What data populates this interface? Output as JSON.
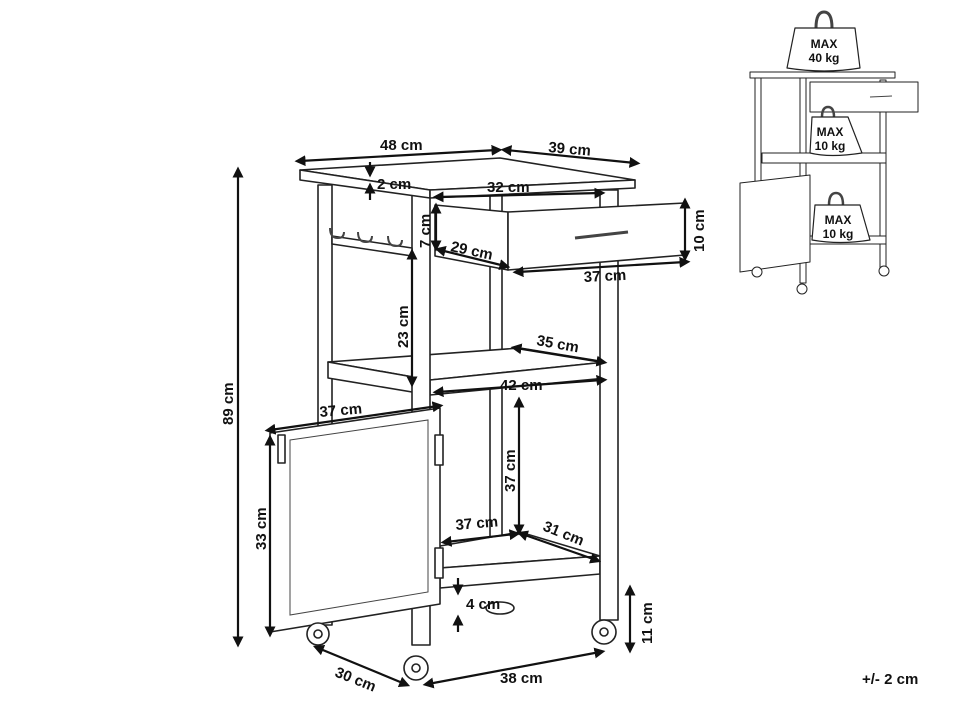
{
  "dimensions": {
    "width_top": "48 cm",
    "depth_top": "39 cm",
    "top_thickness": "2 cm",
    "drawer_width": "32 cm",
    "drawer_height_inner": "7 cm",
    "drawer_depth": "29 cm",
    "drawer_front_height": "10 cm",
    "drawer_front_width": "37 cm",
    "shelf_gap_upper": "23 cm",
    "shelf_depth": "35 cm",
    "shelf_width": "42 cm",
    "total_height": "89 cm",
    "door_width": "37 cm",
    "door_height": "33 cm",
    "lower_gap": "37 cm",
    "lower_shelf_width": "37 cm",
    "lower_shelf_depth": "31 cm",
    "bottom_rail": "4 cm",
    "wheel_height": "11 cm",
    "base_depth": "30 cm",
    "base_width": "38 cm"
  },
  "tolerance": "+/- 2 cm",
  "load_limits": {
    "top": {
      "label": "MAX",
      "value": "40 kg"
    },
    "shelf": {
      "label": "MAX",
      "value": "10 kg"
    },
    "bottom": {
      "label": "MAX",
      "value": "10 kg"
    }
  }
}
